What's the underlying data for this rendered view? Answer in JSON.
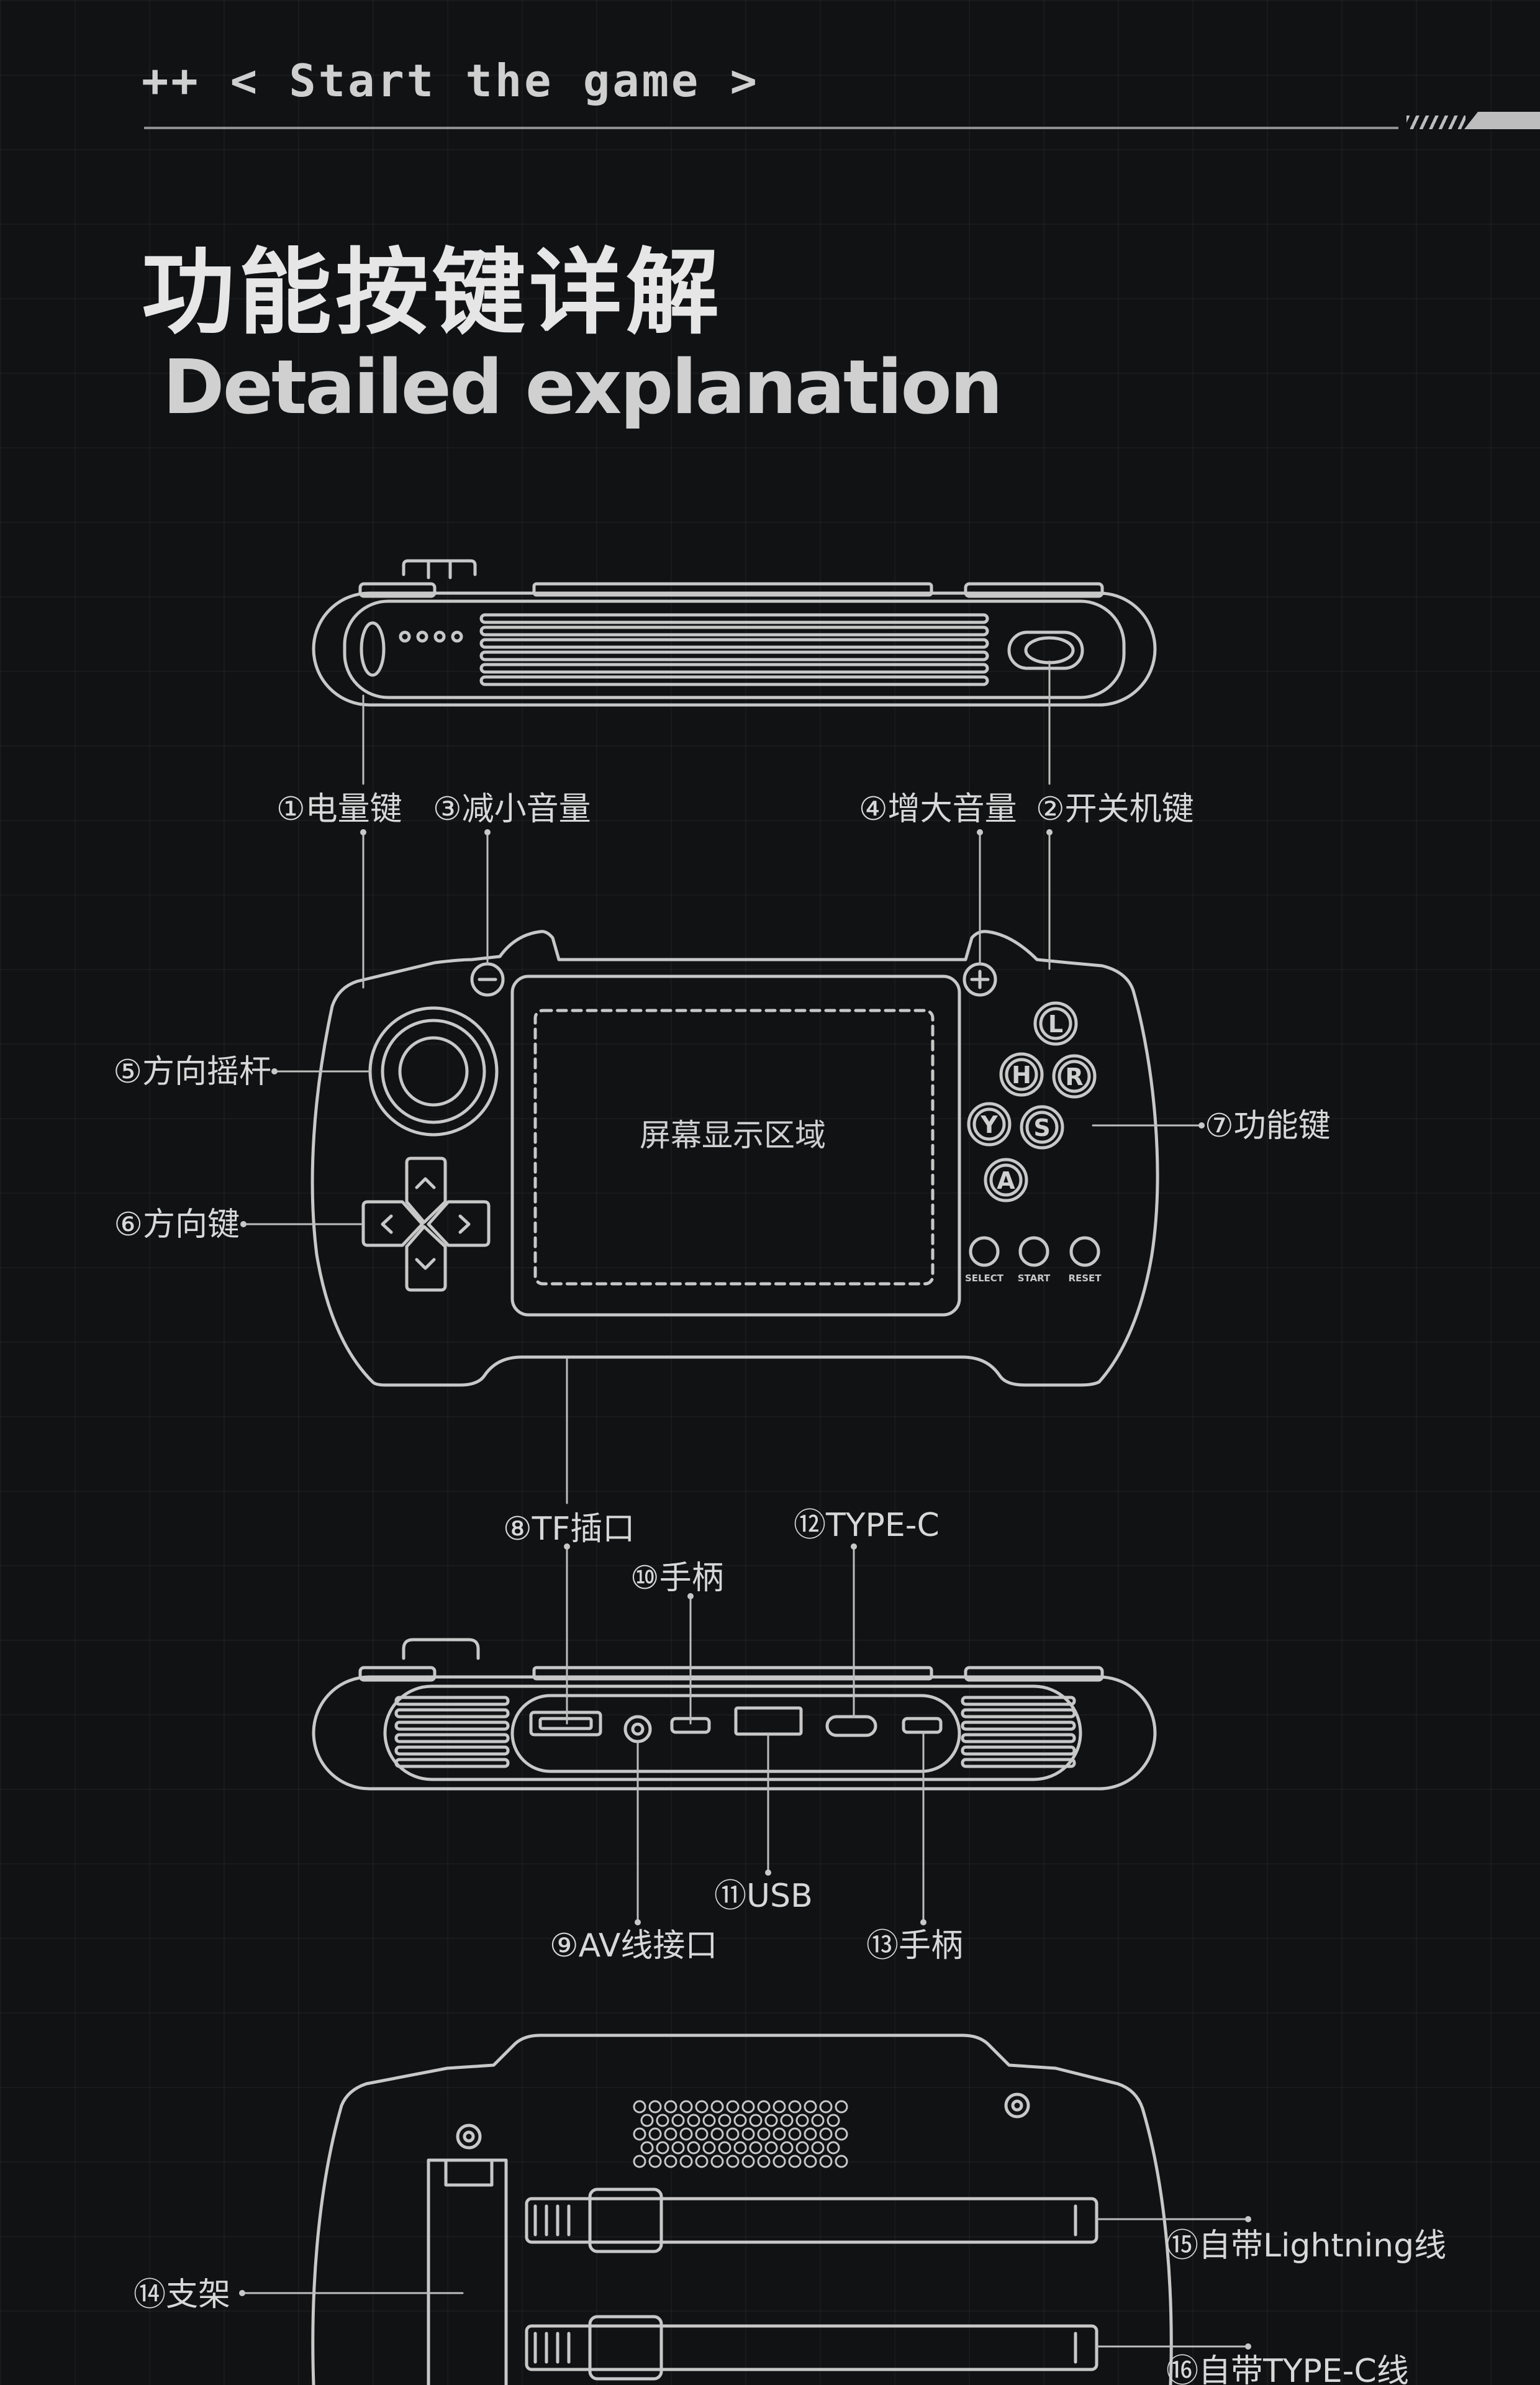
{
  "header": {
    "plus": "++",
    "nav_text": "< Start the game >"
  },
  "title": {
    "cn": "功能按键详解",
    "en": "Detailed explanation"
  },
  "labels": {
    "power_level_key": "①电量键",
    "volume_down": "③减小音量",
    "volume_up": "④增大音量",
    "power_switch": "②开关机键",
    "joystick": "⑤方向摇杆",
    "dpad": "⑥方向键",
    "function_keys": "⑦功能键",
    "tf_slot": "⑧TF插口",
    "type_c": "⑫TYPE-C",
    "controller_port_a": "⑩手柄",
    "usb": "⑪USB",
    "av_port": "⑨AV线接口",
    "controller_port_b": "⑬手柄",
    "stand": "⑭支架",
    "lightning_cable": "⑮自带Lightning线",
    "type_c_cable": "⑯自带TYPE-C线"
  },
  "screen": {
    "label": "屏幕显示区域"
  },
  "buttons": {
    "l": "L",
    "h": "H",
    "r": "R",
    "y": "Y",
    "s": "S",
    "a": "A",
    "select": "SELECT",
    "start": "START",
    "reset": "RESET"
  },
  "colors": {
    "background": "#111214",
    "line": "#c8c8c8",
    "text": "#d8d8d8"
  }
}
